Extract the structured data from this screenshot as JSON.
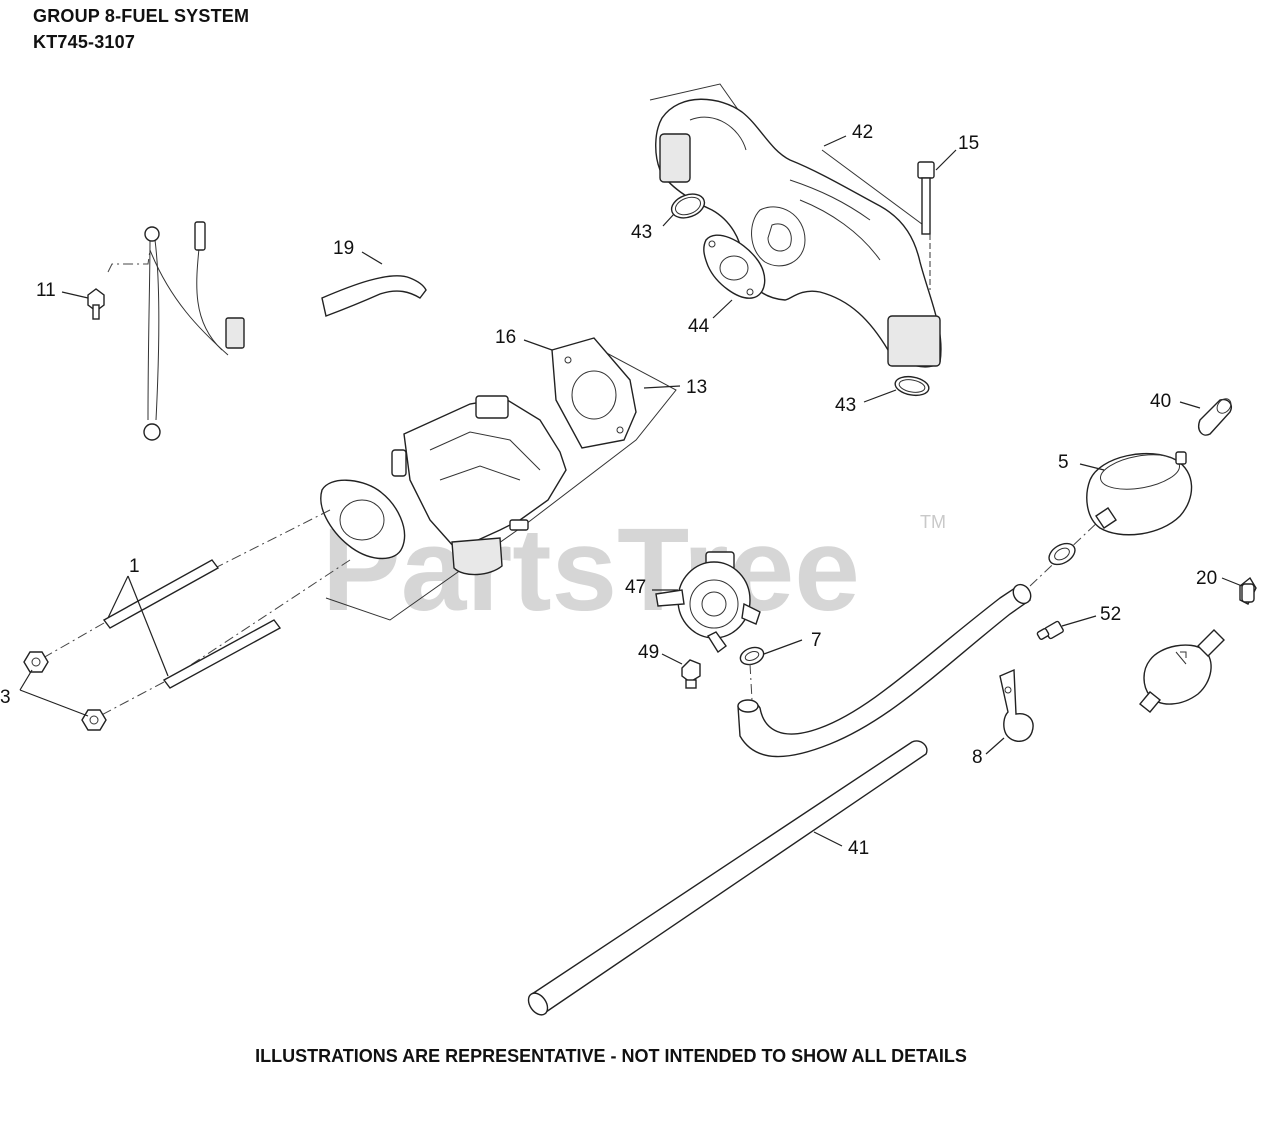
{
  "header": {
    "title_line1": "GROUP 8-FUEL SYSTEM",
    "title_line2": "KT745-3107"
  },
  "footer": {
    "note": "ILLUSTRATIONS ARE REPRESENTATIVE - NOT INTENDED TO SHOW ALL DETAILS"
  },
  "watermark": {
    "text": "PartsTree",
    "trademark": "TM"
  },
  "callouts": {
    "c1": "1",
    "c3": "3",
    "c5": "5",
    "c7": "7",
    "c8": "8",
    "c11": "11",
    "c13": "13",
    "c15": "15",
    "c16": "16",
    "c19": "19",
    "c20": "20",
    "c40": "40",
    "c41": "41",
    "c42": "42",
    "c43a": "43",
    "c43b": "43",
    "c44": "44",
    "c47": "47",
    "c49": "49",
    "c52": "52"
  }
}
